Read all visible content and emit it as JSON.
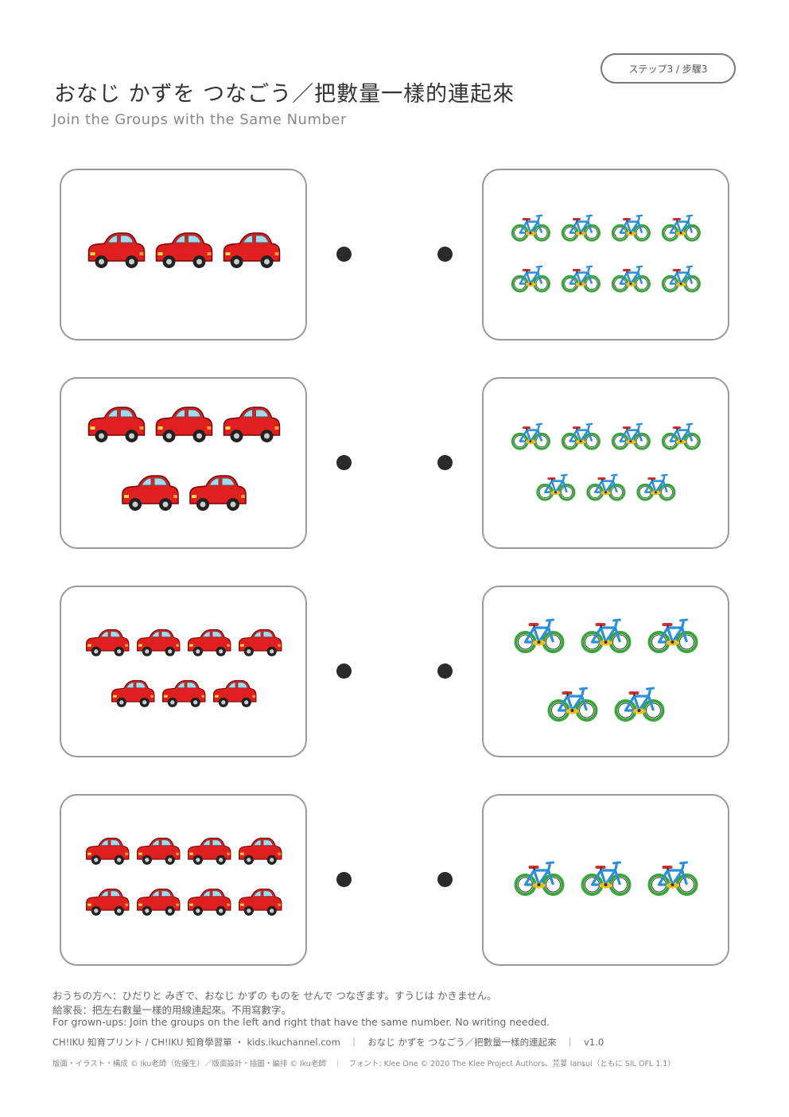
{
  "header": {
    "step_badge": "ステップ3 / 步驟3",
    "title": "おなじ かずを つなごう／把數量一樣的連起來",
    "subtitle": "Join the Groups with the Same Number"
  },
  "rows": [
    {
      "left": {
        "item": "car",
        "rows": [
          3
        ]
      },
      "right": {
        "item": "bike",
        "rows": [
          4,
          4
        ]
      }
    },
    {
      "left": {
        "item": "car",
        "rows": [
          3,
          2
        ]
      },
      "right": {
        "item": "bike",
        "rows": [
          4,
          3
        ]
      }
    },
    {
      "left": {
        "item": "car",
        "rows": [
          4,
          3
        ]
      },
      "right": {
        "item": "bike",
        "rows": [
          3,
          2
        ]
      }
    },
    {
      "left": {
        "item": "car",
        "rows": [
          4,
          4
        ]
      },
      "right": {
        "item": "bike",
        "rows": [
          3
        ]
      }
    }
  ],
  "icons": {
    "car": "car-icon",
    "bike": "bicycle-icon",
    "dot": "connect-dot"
  },
  "colors": {
    "car_body": "#e02020",
    "car_window": "#a8d8f0",
    "bike_frame": "#2a8fd8",
    "bike_wheel": "#3aa53a",
    "bike_pedal": "#f0c020",
    "bike_seat": "#d03030",
    "card_border": "#999999",
    "dot": "#2a2a2a"
  },
  "footer": {
    "note_ja": "おうちの方へ：ひだりと みぎで、おなじ かずの ものを せんで つなぎます。すうじは かきません。",
    "note_zh": "給家長：把左右數量一樣的用線連起來。不用寫數字。",
    "note_en": "For grown-ups: Join the groups on the left and right that have the same number. No writing needed.",
    "series_line": "CH!IKU 知育プリント / CH!IKU 知育學習單 ・ kids.ikuchannel.com　｜　おなじ かずを つなごう／把數量一樣的連起來　｜　v1.0",
    "credits_line": "版面・イラスト・構成 © Iku老師（佐藤生）／版面設計・插圖・編排 © Iku老師　｜　フォント: Klee One © 2020 The Klee Project Authors、芫荽 Iansui（ともに SIL OFL 1.1）"
  }
}
